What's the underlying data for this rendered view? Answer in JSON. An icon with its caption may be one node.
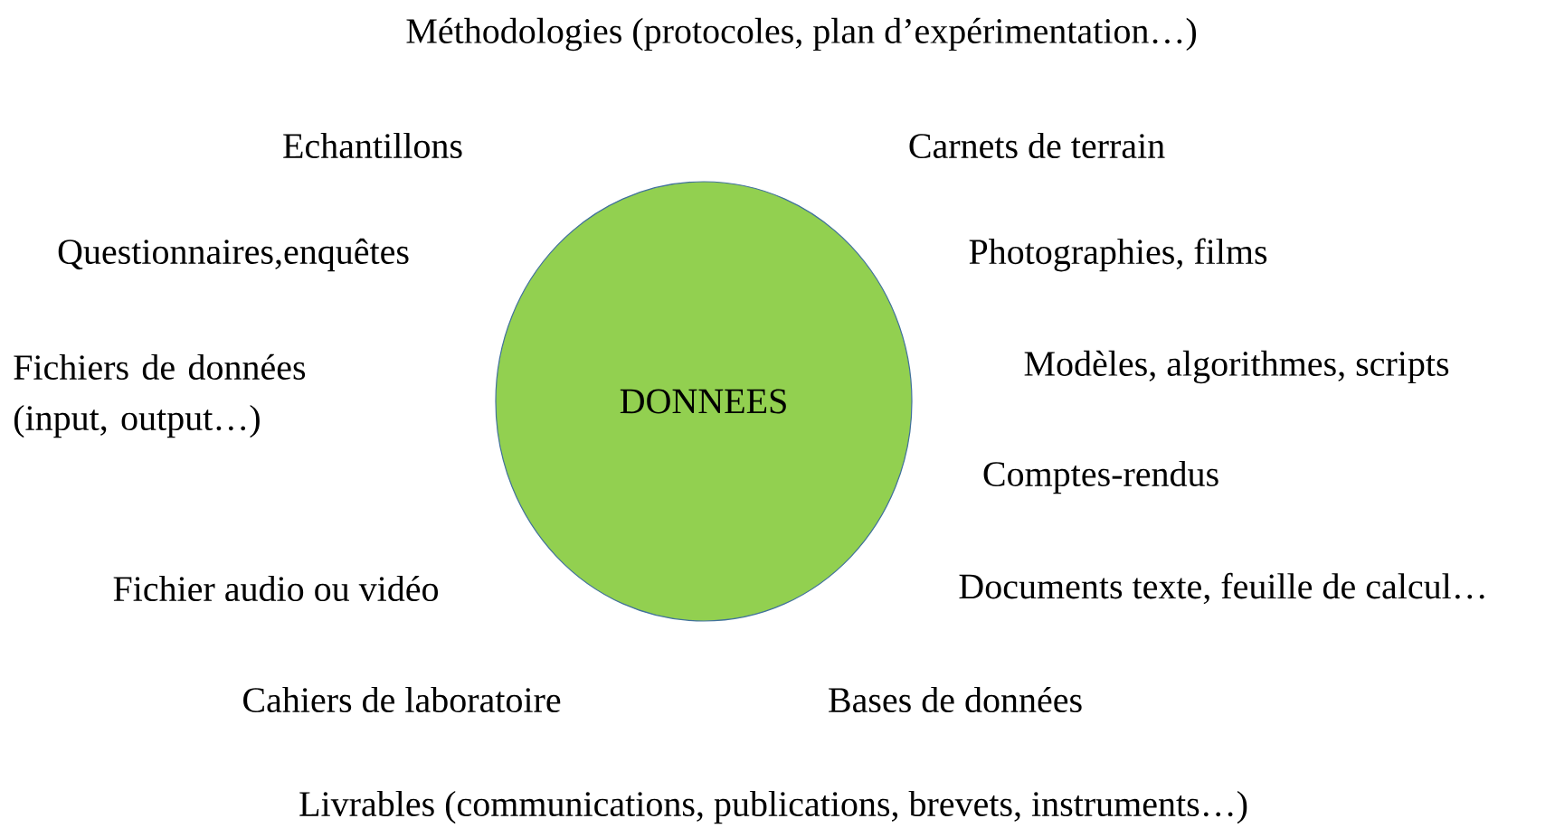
{
  "diagram": {
    "nodes": [
      {
        "text": [
          "DONNEES"
        ]
      }
    ],
    "labels": [
      "Méthodologies (protocoles, plan d’expérimentation…)",
      "Echantillons",
      "Carnets de terrain",
      "Questionnaires,enquêtes",
      "Photographies, films",
      "Fichiers de données (input, output…)",
      "Modèles, algorithmes, scripts",
      "Comptes-rendus",
      "Fichier audio ou vidéo",
      "Documents texte, feuille de calcul…",
      "Cahiers de laboratoire",
      "Bases de données",
      "Livrables (communications, publications, brevets, instruments…)"
    ]
  }
}
